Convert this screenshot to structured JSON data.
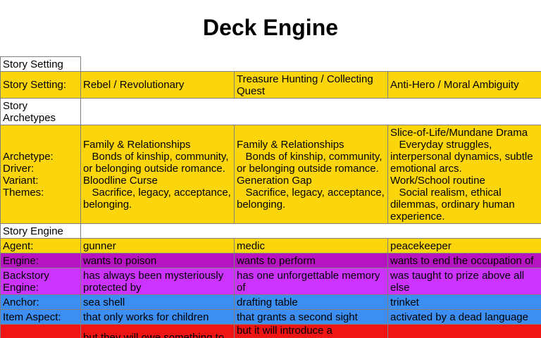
{
  "title": "Deck Engine",
  "sections": {
    "story_setting": "Story Setting",
    "story_archetypes": "Story Archetypes",
    "story_engine": "Story Engine"
  },
  "setting_row": {
    "label": "Story Setting:",
    "values": [
      "Rebel / Revolutionary",
      "Treasure Hunting / Collecting Quest",
      "Anti-Hero / Moral Ambiguity"
    ]
  },
  "archetype_row": {
    "label": "Archetype:\nDriver:\nVariant:\nThemes:",
    "values": [
      "Family & Relationships\n   Bonds of kinship, community, or belonging outside romance.\nBloodline Curse\n   Sacrifice, legacy, acceptance, belonging.",
      "Family & Relationships\n   Bonds of kinship, community, or belonging outside romance.\nGeneration Gap\n   Sacrifice, legacy, acceptance, belonging.",
      "Slice-of-Life/Mundane Drama\n   Everyday struggles, interpersonal dynamics, subtle emotional arcs.\nWork/School routine\n   Social realism, ethical dilemmas, ordinary human experience."
    ]
  },
  "engine_rows": [
    {
      "label": "Agent:",
      "color": "yellow",
      "values": [
        "gunner",
        "medic",
        "peacekeeper"
      ]
    },
    {
      "label": "Engine:",
      "color": "magenta",
      "values": [
        "wants to poison",
        "wants to perform",
        "wants to end the occupation of"
      ]
    },
    {
      "label": "Backstory Engine:",
      "color": "pink",
      "values": [
        "has always been mysteriously protected by",
        "has one unforgettable memory of",
        "was taught to prize above all else"
      ]
    },
    {
      "label": "Anchor:",
      "color": "blue",
      "values": [
        "sea shell",
        "drafting table",
        "trinket"
      ]
    },
    {
      "label": "Item Aspect:",
      "color": "blue",
      "values": [
        "that only works for children",
        "that grants a second sight",
        "activated by a dead language"
      ]
    },
    {
      "label": "",
      "color": "red",
      "values": [
        "but they will owe something to",
        "but it will introduce a",
        ""
      ]
    }
  ],
  "colors": {
    "yellow": "#fcd60a",
    "magenta": "#b514c0",
    "pink": "#cc33ff",
    "blue": "#3d8ef2",
    "red": "#ef1515"
  }
}
